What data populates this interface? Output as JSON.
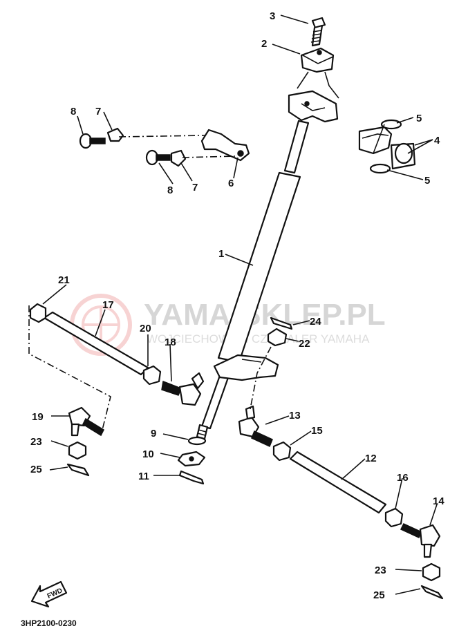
{
  "watermark": {
    "title": "YAMA-SKLEP.PL",
    "subtitle": "WOJCIECHOWSKI CZ DEALER YAMAHA"
  },
  "labels": {
    "p1": "1",
    "p2": "2",
    "p3": "3",
    "p4": "4",
    "p5a": "5",
    "p5b": "5",
    "p6": "6",
    "p7a": "7",
    "p7b": "7",
    "p8a": "8",
    "p8b": "8",
    "p9": "9",
    "p10": "10",
    "p11": "11",
    "p12": "12",
    "p13": "13",
    "p14": "14",
    "p15": "15",
    "p16": "16",
    "p17": "17",
    "p18": "18",
    "p19": "19",
    "p20": "20",
    "p21": "21",
    "p22": "22",
    "p23a": "23",
    "p23b": "23",
    "p24": "24",
    "p25a": "25",
    "p25b": "25"
  },
  "fwd_label": "FWD",
  "diagram_code": "3HP2100-0230",
  "colors": {
    "ink": "#111111",
    "watermark": "#d6d6d6",
    "logo": "#f2b0b0"
  }
}
